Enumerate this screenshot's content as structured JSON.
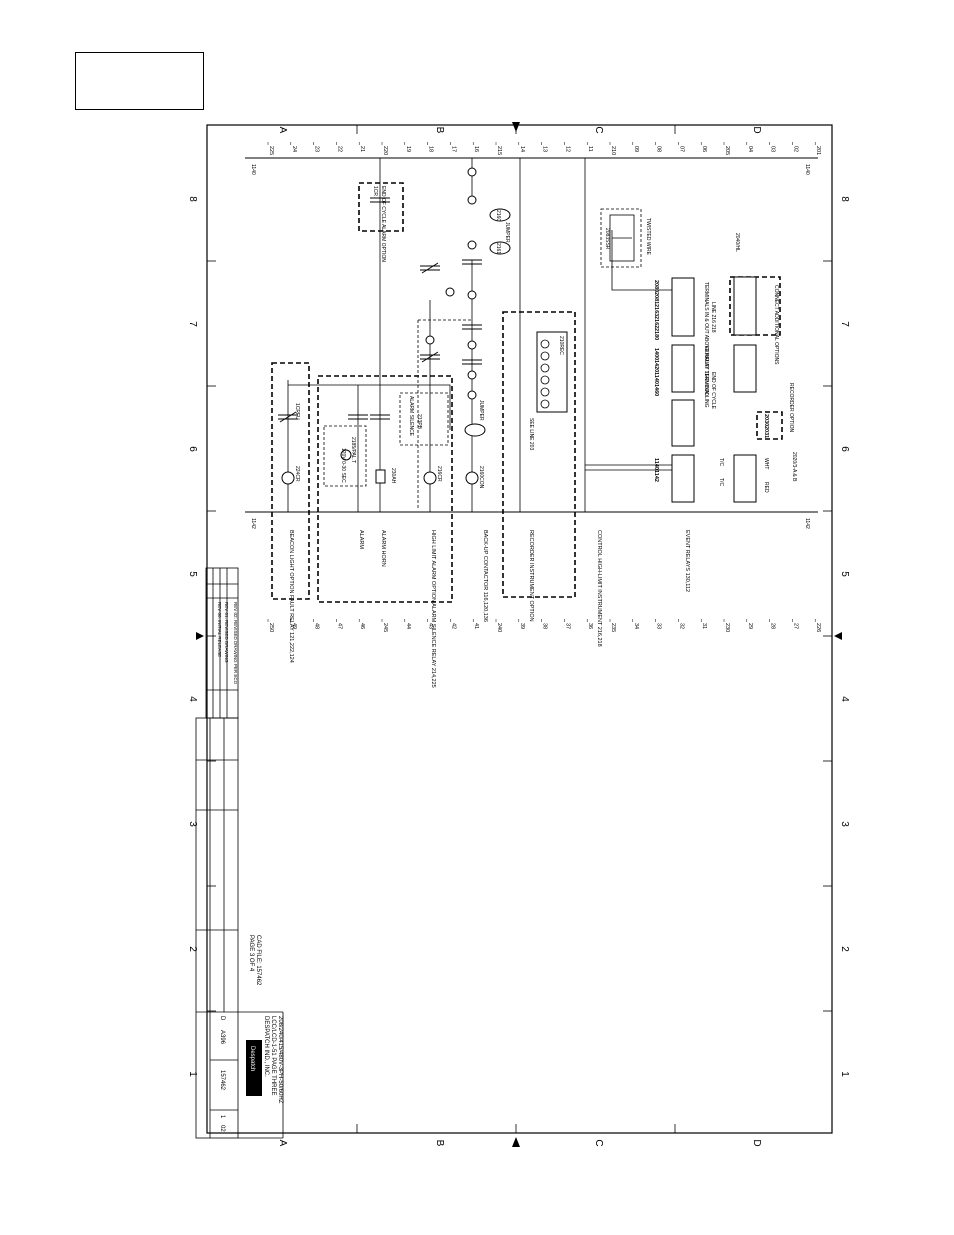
{
  "frame": {
    "zones_top": [
      "A",
      "B",
      "C",
      "D"
    ],
    "zones_bottom": [
      "A",
      "B",
      "C",
      "D"
    ],
    "zones_side": [
      "8",
      "7",
      "6",
      "5",
      "4",
      "3",
      "2",
      "1"
    ]
  },
  "rungs_left": [
    "225",
    "24",
    "23",
    "22",
    "21",
    "220",
    "19",
    "18",
    "17",
    "16",
    "215",
    "14",
    "13",
    "12",
    "11",
    "210",
    "09",
    "08",
    "07",
    "06",
    "205",
    "04",
    "03",
    "02",
    "201"
  ],
  "rungs_right": [
    "250",
    "49",
    "48",
    "47",
    "46",
    "245",
    "44",
    "43",
    "42",
    "41",
    "240",
    "39",
    "38",
    "37",
    "36",
    "235",
    "34",
    "33",
    "32",
    "31",
    "230",
    "29",
    "28",
    "27",
    "226"
  ],
  "wires": {
    "top_left": "1140",
    "top_right": "1140",
    "bottom_left": "1142",
    "bottom_right": "1142"
  },
  "labels": {
    "cycle": "END OF CYCLE ALARM OPTION",
    "relay_1cr": "1CR",
    "jumper_top": "JUMPER",
    "jumper_mid": "JUMPER",
    "terminal_2160": "2160",
    "terminal_2161": "2161",
    "ssr": "2083SSR",
    "twisted": "TWISTED WIRE",
    "instrument": "2040/HL",
    "recorder_tb": "210REC",
    "see_line": "SEE LINE 203",
    "alarm_silence_box": "ALARM SILENCE",
    "alarm_silence_pb": "213PB",
    "tmr": "2185/PAL.T",
    "tmr_range": "120V 0-30 SEC",
    "horn": "230AH",
    "cr_lamp": "216CR",
    "con_lamp": "2160CON",
    "beacon_lamp": "224CR",
    "fuse": "1CRFU",
    "control_note": "CONTROL HIGH-LIMIT INSTRUMENT 216,218",
    "event_relays": "EVENT RELAYS 130,112",
    "recorder_note": "RECORDER INSTRUMENT OPTION",
    "backup": "BACK-UP CONTACTOR 116,120,136",
    "alarm_relay": "HIGH LIMIT ALARM OPTION ALARM SILENCE RELAY 214,225",
    "alarm_horn": "ALARM HORN",
    "alarm": "ALARM",
    "beacon": "BEACON LIGHT OPTION FAULT RELAY 121,222,124",
    "connect_note": "CONNECT ADDITIONAL OPTIONS",
    "terminals_note": "TERMINALS IN & OUT ABOVE RELAY TERMINAL",
    "exhaust": "EXHAUST 1142 /COOLING",
    "end_cycle": "END OF CYCLE",
    "line_note": "LINE 216 218",
    "recorder_opt": "RECORDER OPTION",
    "line_ref": "2020/3-A & B",
    "whit": "WHT",
    "red": "RED",
    "whit2": "WHT",
    "red2": "RED",
    "tc": "T/C",
    "tc2": "T/C"
  },
  "terminals": {
    "tb1": [
      "2080",
      "2081",
      "2163",
      "2162",
      "2180"
    ],
    "tb2": [
      "1400",
      "1420",
      "1140",
      "1460"
    ],
    "tb3": [
      "2030",
      "2031"
    ],
    "tb4": [
      "1140",
      "1142"
    ]
  },
  "title_block": {
    "company": "DESPATCH IND., INC.",
    "model": "LCC/LCD-1-51 PAGE THREE",
    "voltage": "208/240/415/480V-3PH-50/60HZ",
    "size": "D",
    "code": "A396",
    "drawing_no": "157462",
    "sheet": "1",
    "rev": "02",
    "page": "PAGE 3 OF 4",
    "cad": "CAD FILE: 157462"
  },
  "revisions": [
    "REV 02: REVISED DRAWING PER ECO",
    "REV 01: REVISED DRAWING",
    "REV 00: INITIAL RELEASE"
  ],
  "colors": {
    "line": "#000000",
    "background": "#ffffff"
  }
}
